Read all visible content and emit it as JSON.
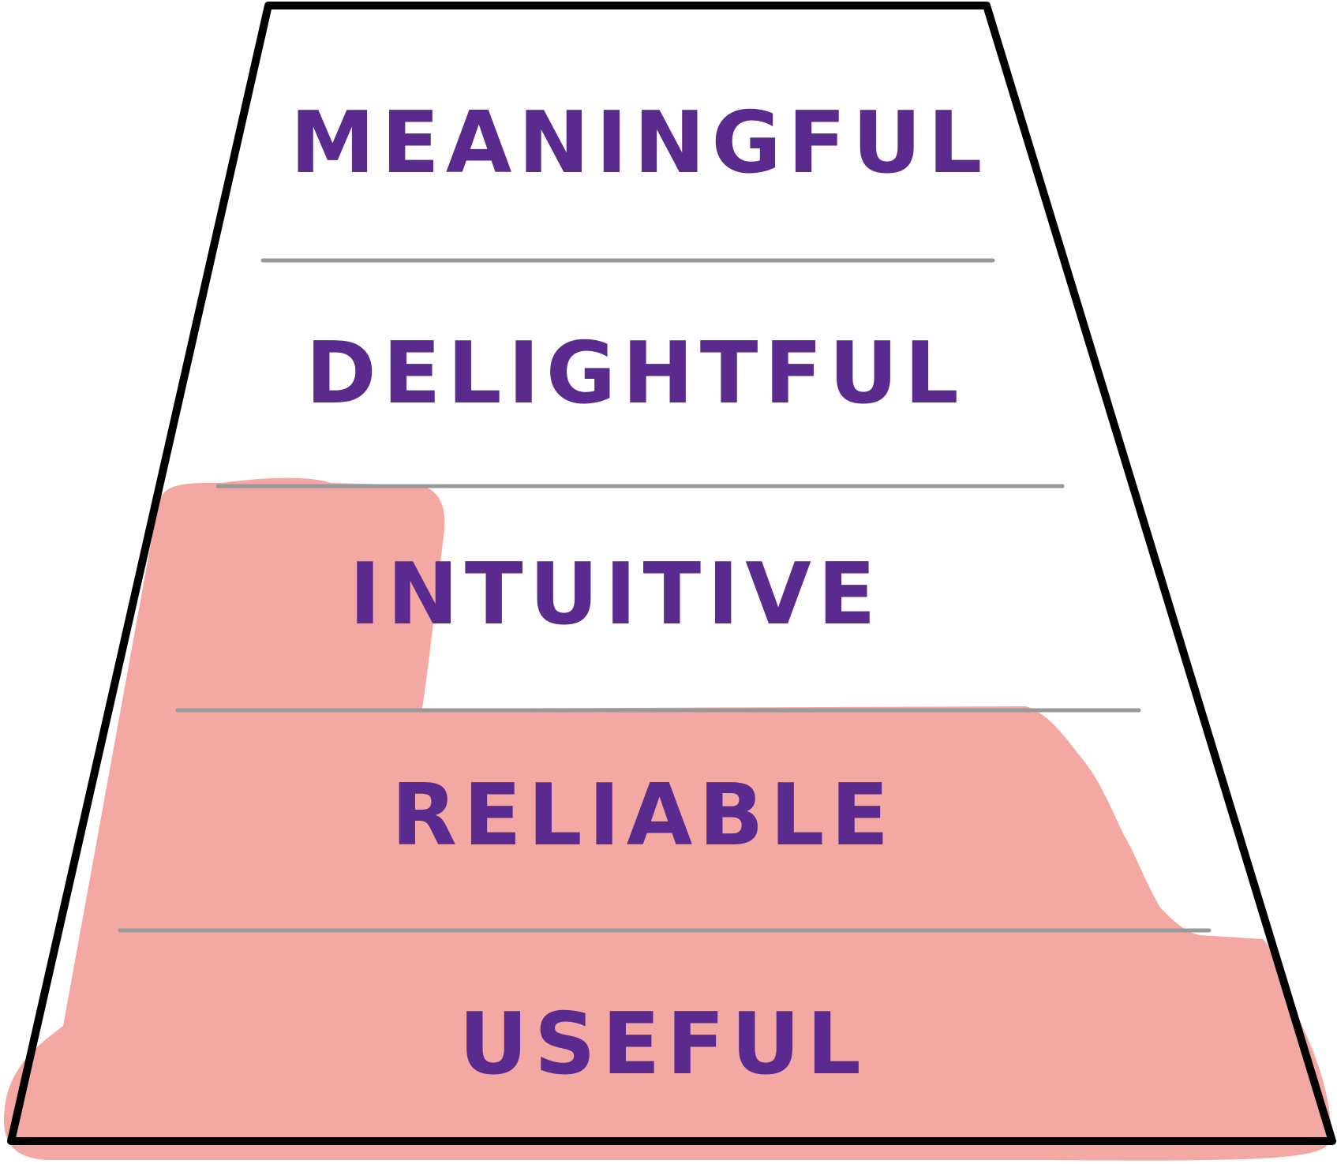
{
  "diagram": {
    "colors": {
      "outline": "#000000",
      "divider": "#999999",
      "text": "#5b2a8e",
      "highlight": "#f4a8a3",
      "background": "#ffffff"
    },
    "levels": [
      {
        "label": "MEANINGFUL"
      },
      {
        "label": "DELIGHTFUL"
      },
      {
        "label": "INTUITIVE"
      },
      {
        "label": "RELIABLE"
      },
      {
        "label": "USEFUL"
      }
    ]
  }
}
